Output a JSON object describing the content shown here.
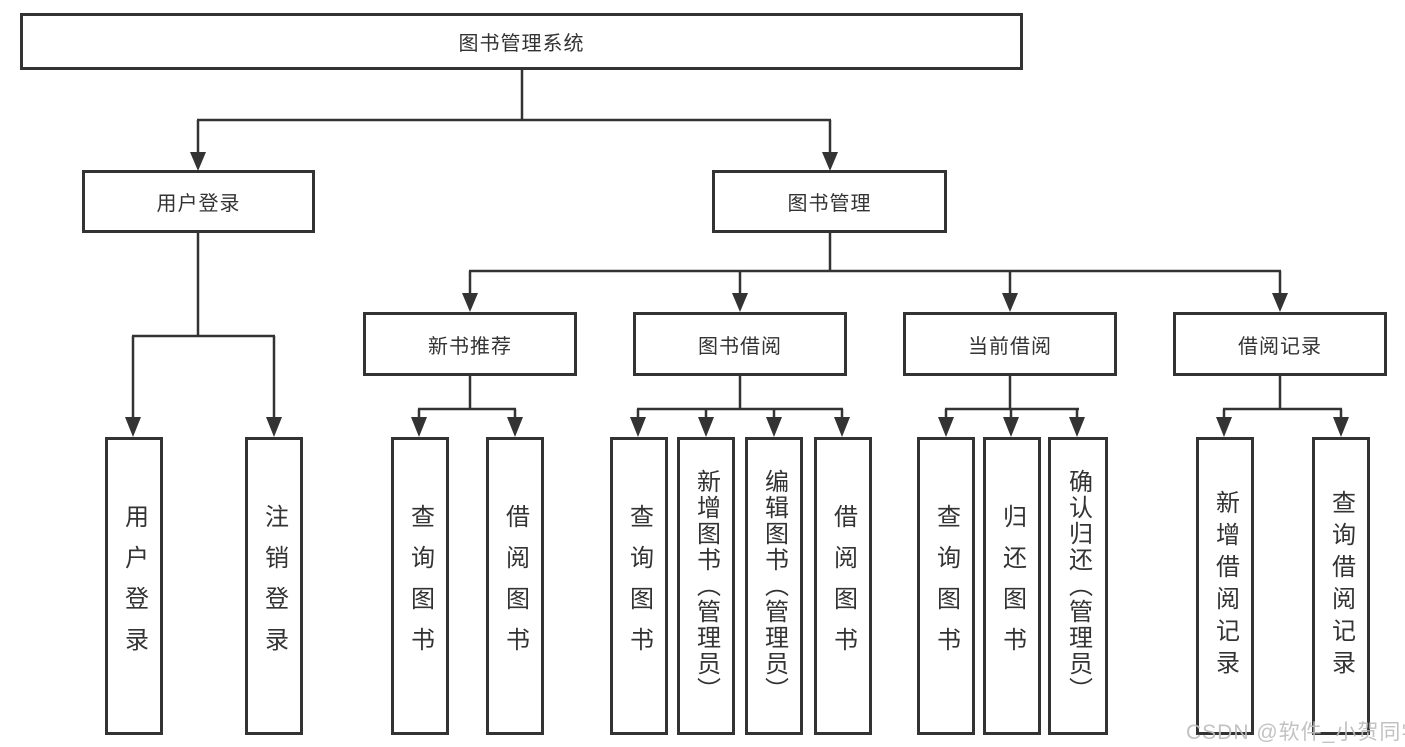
{
  "tree": {
    "root": {
      "label": "图书管理系统"
    },
    "user_login": {
      "label": "用户登录",
      "children": [
        "用户登录",
        "注销登录"
      ]
    },
    "book_management": {
      "label": "图书管理",
      "sections": [
        {
          "label": "新书推荐",
          "children": [
            "查询图书",
            "借阅图书"
          ]
        },
        {
          "label": "图书借阅",
          "children": [
            "查询图书",
            "新增图书（管理员）",
            "编辑图书（管理员）",
            "借阅图书"
          ]
        },
        {
          "label": "当前借阅",
          "children": [
            "查询图书",
            "归还图书",
            "确认归还（管理员）"
          ]
        },
        {
          "label": "借阅记录",
          "children": [
            "新增借阅记录",
            "查询借阅记录"
          ]
        }
      ]
    }
  },
  "watermark": {
    "text": "CSDN @软件_小贺同学",
    "color": "#bdbdbd"
  },
  "colors": {
    "line": "#333333",
    "box_border": "#333333",
    "text": "#333333",
    "background": "#ffffff"
  }
}
